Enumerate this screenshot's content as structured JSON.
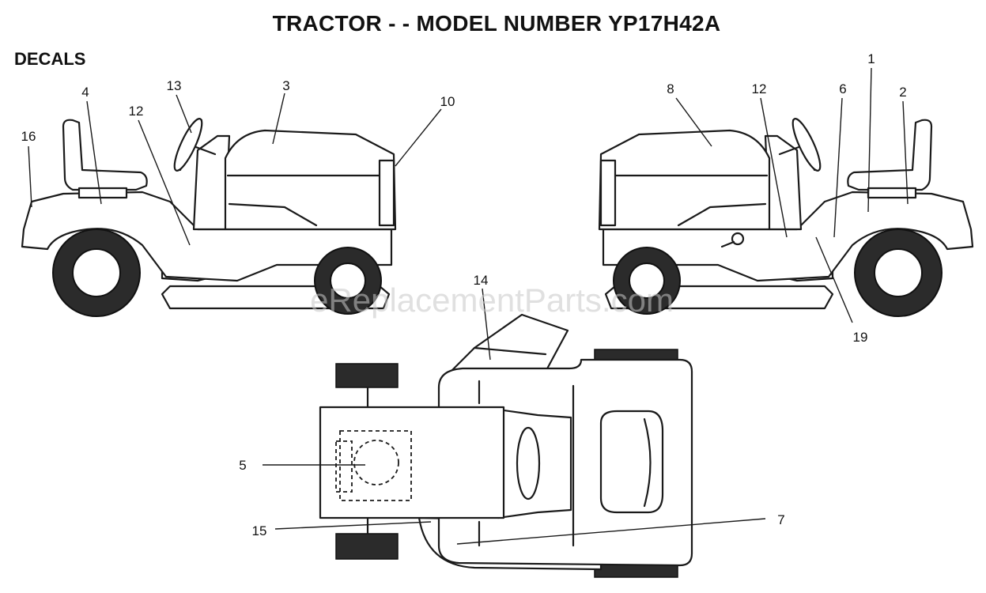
{
  "header": {
    "title": "TRACTOR - - MODEL NUMBER YP17H42A",
    "section": "DECALS"
  },
  "watermark": "eReplacementParts.com",
  "callouts": {
    "left_view": [
      "16",
      "4",
      "12",
      "13",
      "3",
      "10"
    ],
    "right_view": [
      "8",
      "12",
      "6",
      "1",
      "2",
      "19"
    ],
    "top_view": [
      "14",
      "5",
      "15",
      "7"
    ]
  },
  "colors": {
    "line": "#1a1a1a",
    "tire": "#2b2b2b",
    "watermark": "#c8c8c8"
  }
}
